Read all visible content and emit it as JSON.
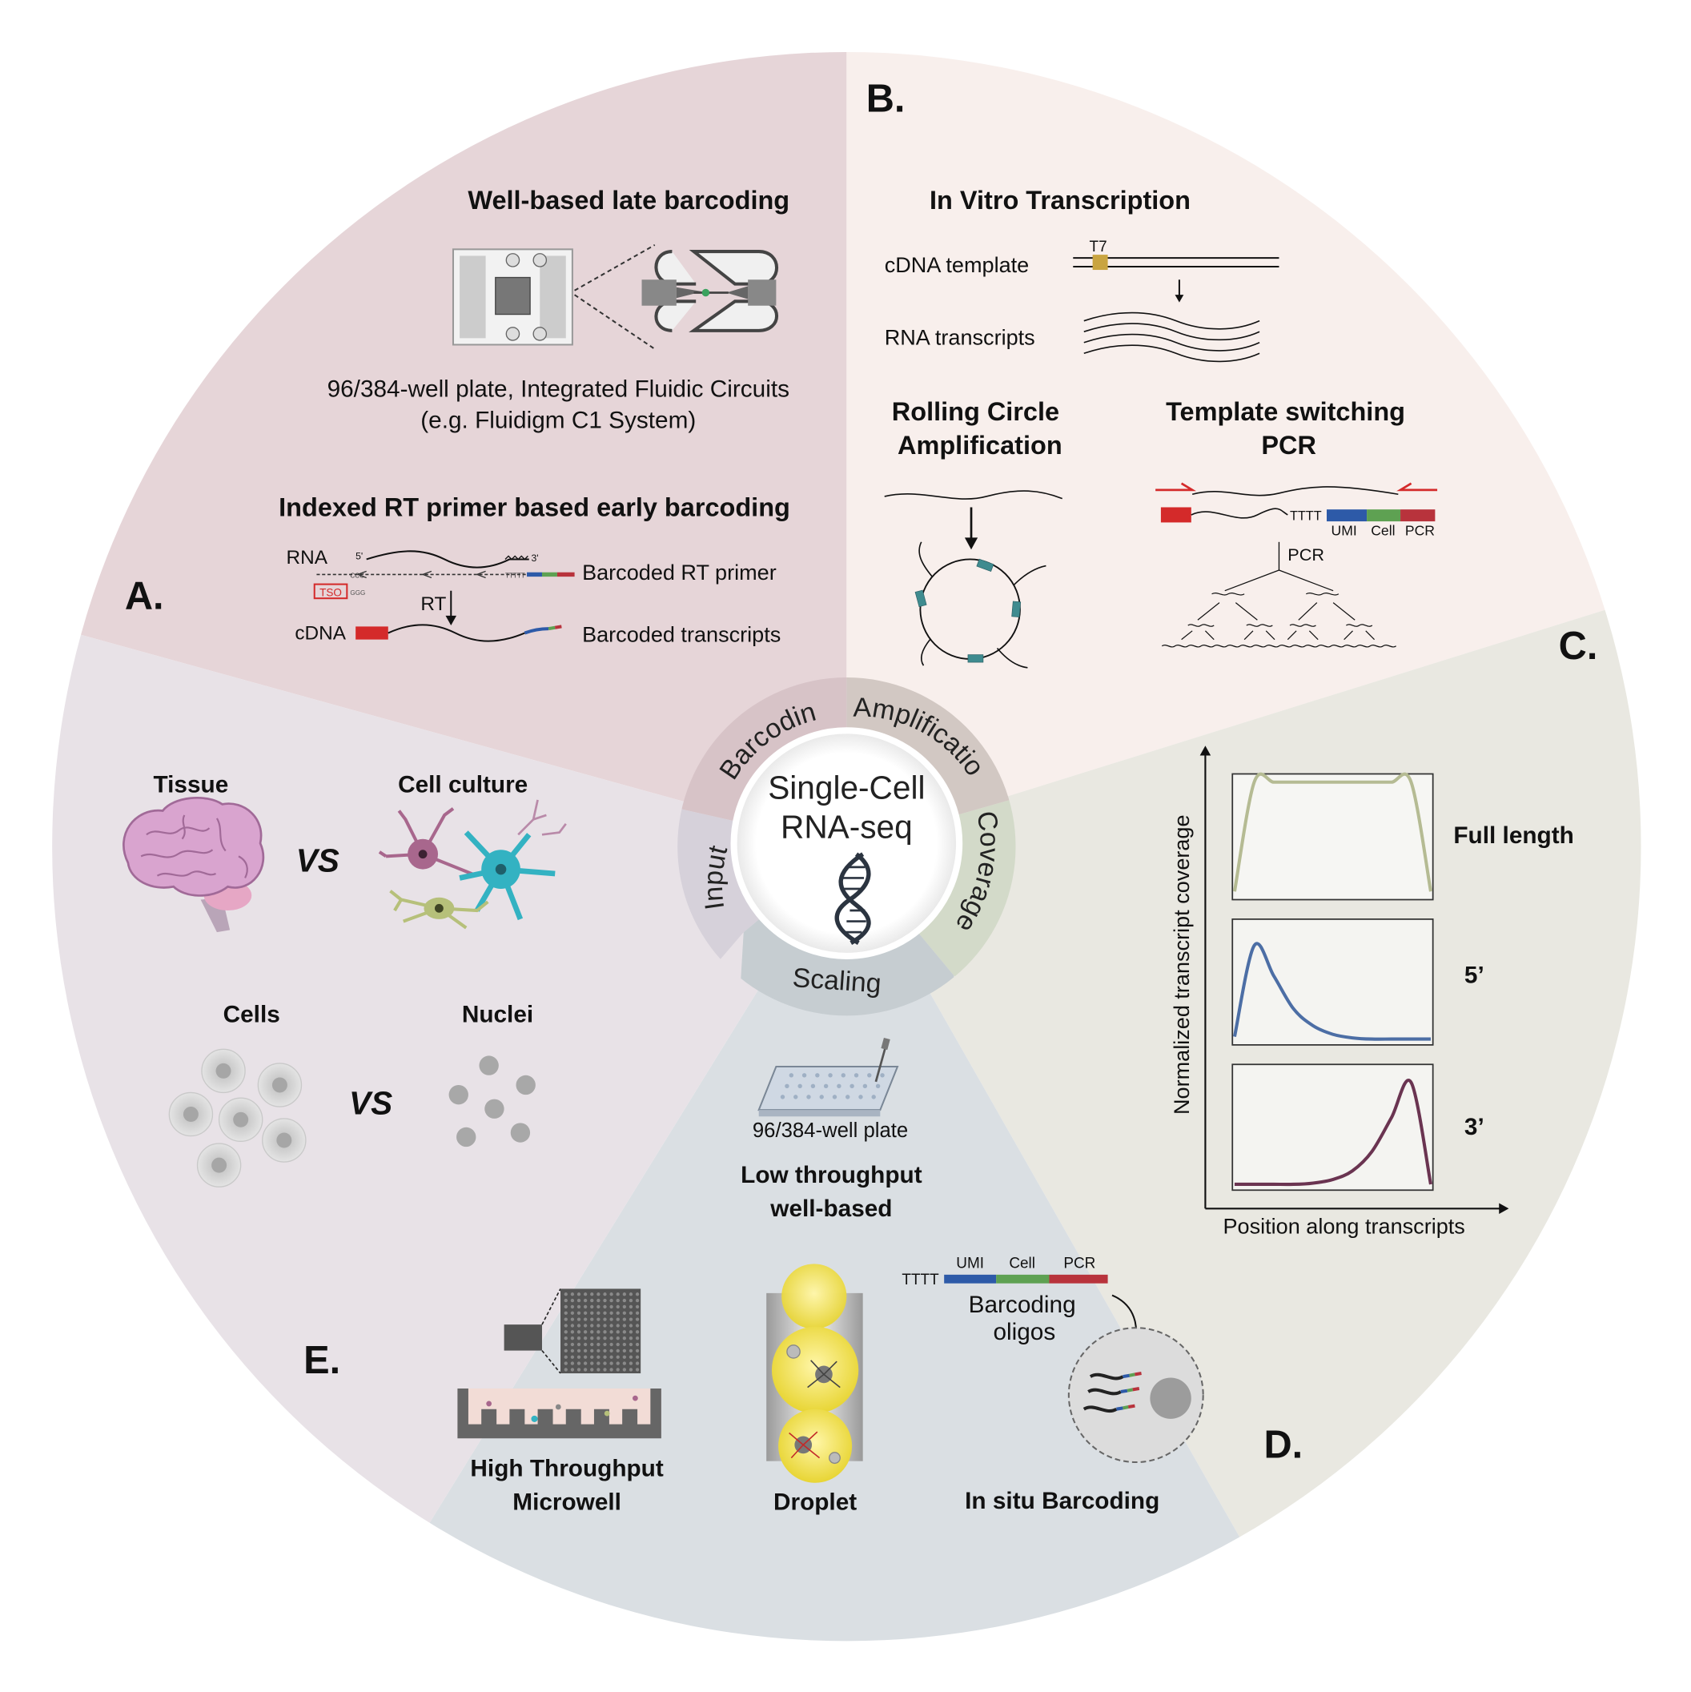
{
  "colors": {
    "sector_a": "#e6d5d8",
    "sector_b": "#f8efec",
    "sector_c": "#e9e8e1",
    "sector_d": "#dadfe3",
    "sector_e": "#e8e2e7",
    "ring_barcoding": "#d7c3c7",
    "ring_amplification": "#d2c8c3",
    "ring_coverage": "#d3dac9",
    "ring_scaling": "#c6cdd1",
    "ring_input": "#d6d1da",
    "barcode_blue": "#2d5aa8",
    "barcode_green": "#5ea152",
    "barcode_red": "#b8333c",
    "tso_red": "#d42a2a",
    "curve_full": "#b5bb93",
    "curve_5prime": "#4c6ea5",
    "curve_3prime": "#6a3451",
    "brain_pink": "#d9a4cf",
    "neuron_purple": "#a8678d",
    "neuron_cyan": "#33b2c2",
    "neuron_olive": "#b6c07a",
    "droplet_yellow": "#f2e25d"
  },
  "center": {
    "title_line1": "Single-Cell",
    "title_line2": "RNA-seq",
    "ring_labels": {
      "barcoding": "Barcoding",
      "amplification": "Amplification",
      "coverage": "Coverage",
      "scaling": "Scaling",
      "input": "Input"
    }
  },
  "panel_a": {
    "letter": "A.",
    "late_title": "Well-based late barcoding",
    "late_caption_line1": "96/384-well plate, Integrated Fluidic Circuits",
    "late_caption_line2": "(e.g. Fluidigm C1 System)",
    "early_title": "Indexed RT primer based early barcoding",
    "rna_label": "RNA",
    "five_prime": "5'",
    "three_prime": "3'",
    "ccc_label": "CCC",
    "tttt_small": "TTTTT",
    "tso_label": "TSO",
    "ggg_label": "GGG",
    "rt_label": "RT",
    "cdna_label": "cDNA",
    "barcoded_primer": "Barcoded RT primer",
    "barcoded_transcripts": "Barcoded transcripts"
  },
  "panel_b": {
    "letter": "B.",
    "ivt_title": "In Vitro Transcription",
    "t7_label": "T7",
    "cdna_template": "cDNA template",
    "rna_transcripts": "RNA transcripts",
    "rca_title_line1": "Rolling Circle",
    "rca_title_line2": "Amplification",
    "tsp_title_line1": "Template switching",
    "tsp_title_line2": "PCR",
    "tttt": "TTTT",
    "umi": "UMI",
    "cell": "Cell",
    "pcr": "PCR",
    "pcr_arrow": "PCR"
  },
  "panel_c": {
    "letter": "C.",
    "y_axis_label": "Normalized transcript coverage",
    "x_axis_label": "Position along transcripts",
    "full_length": "Full length",
    "five_prime": "5’",
    "three_prime": "3’"
  },
  "panel_d": {
    "letter": "D.",
    "plate_label": "96/384-well plate",
    "low_line1": "Low throughput",
    "low_line2": "well-based",
    "tttt": "TTTT",
    "umi": "UMI",
    "cell": "Cell",
    "pcr": "PCR",
    "oligo_line1": "Barcoding",
    "oligo_line2": "oligos",
    "microwell_line1": "High Throughput",
    "microwell_line2": "Microwell",
    "droplet": "Droplet",
    "insitu": "In situ Barcoding"
  },
  "panel_e": {
    "letter": "E.",
    "tissue": "Tissue",
    "cell_culture": "Cell culture",
    "vs": "VS",
    "cells": "Cells",
    "nuclei": "Nuclei"
  },
  "chart_data": {
    "type": "line",
    "title": "",
    "xlabel": "Position along transcripts",
    "ylabel": "Normalized transcript coverage",
    "x": [
      0,
      0.1,
      0.2,
      0.3,
      0.4,
      0.5,
      0.6,
      0.7,
      0.8,
      0.9,
      1.0
    ],
    "series": [
      {
        "name": "Full length",
        "values": [
          0.05,
          0.95,
          0.95,
          0.95,
          0.95,
          0.95,
          0.95,
          0.95,
          0.95,
          0.95,
          0.05
        ]
      },
      {
        "name": "5’",
        "values": [
          0.05,
          0.8,
          0.55,
          0.28,
          0.14,
          0.07,
          0.04,
          0.03,
          0.03,
          0.03,
          0.03
        ]
      },
      {
        "name": "3’",
        "values": [
          0.03,
          0.03,
          0.03,
          0.03,
          0.04,
          0.07,
          0.14,
          0.3,
          0.58,
          0.87,
          0.03
        ]
      }
    ]
  }
}
